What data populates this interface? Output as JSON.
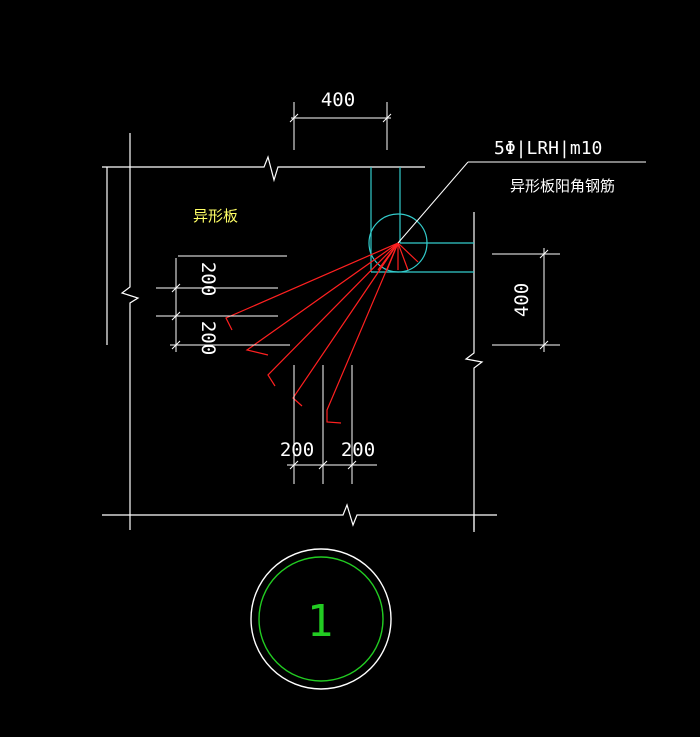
{
  "drawing": {
    "background": "#000000",
    "colors": {
      "line": "#ffffff",
      "rebar": "#ff2020",
      "outline": "#33cccc",
      "label": "#ffff66",
      "circle_inner": "#22cc22"
    },
    "dims": {
      "top": "400",
      "right": "400",
      "left_upper": "200",
      "left_lower": "200",
      "bottom_left": "200",
      "bottom_right": "200"
    },
    "callout": {
      "rebar_spec": "5Φ|LRH|m10",
      "rebar_desc": "异形板阳角钢筋"
    },
    "slab_label": "异形板",
    "detail_number": "1"
  }
}
